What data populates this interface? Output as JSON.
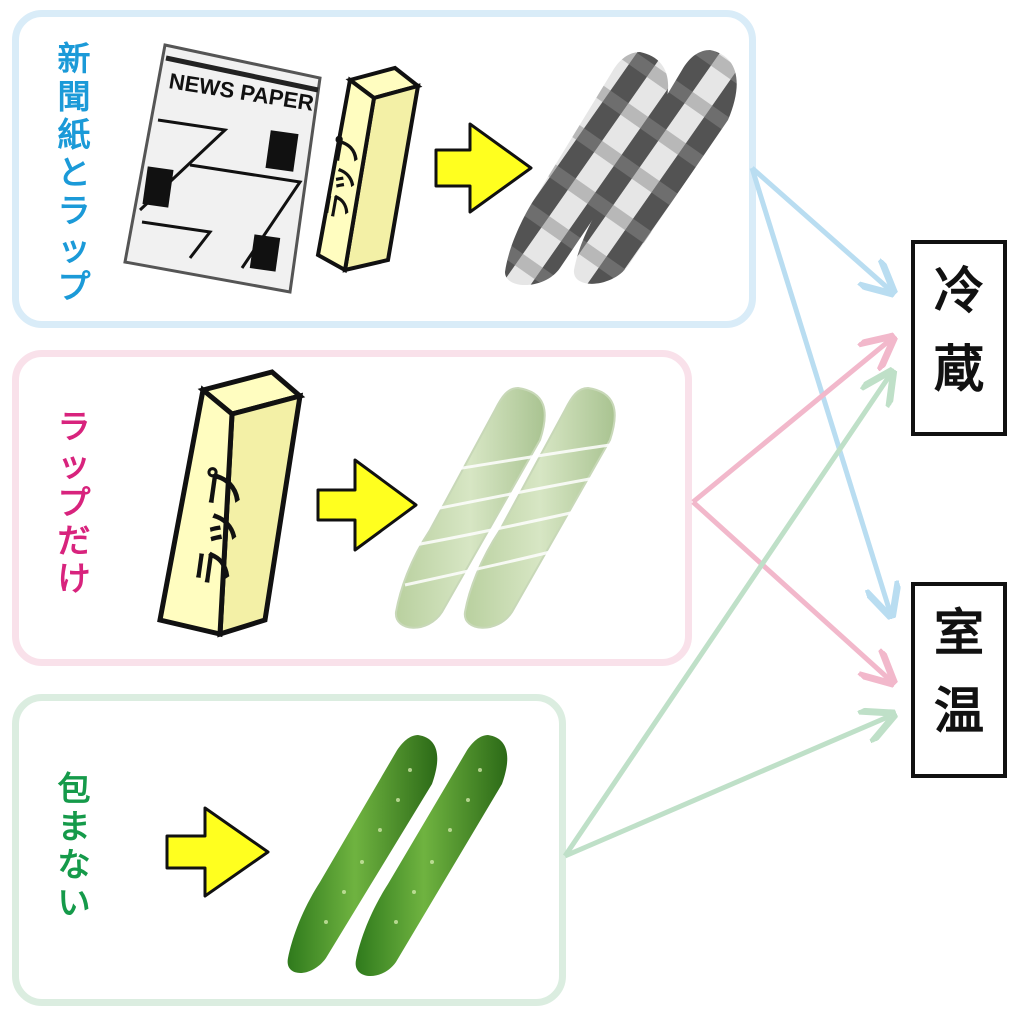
{
  "methods": [
    {
      "label": "新聞紙とラップ",
      "color": "#1b9ad8"
    },
    {
      "label": "ラップだけ",
      "color": "#d8237d"
    },
    {
      "label": "包まない",
      "color": "#159a4a"
    }
  ],
  "destinations": {
    "fridge": "冷蔵",
    "room": "室温"
  },
  "newspaper_title": "NEWS PAPER",
  "wrap_box_label": "ラップ",
  "colors": {
    "blue_arrow": "#b9ddf1",
    "pink_arrow": "#f2b8cb",
    "green_arrow": "#bfe0c8",
    "yellow_arrow": "#ffff1f",
    "wrap_box": "#fffdc0"
  }
}
